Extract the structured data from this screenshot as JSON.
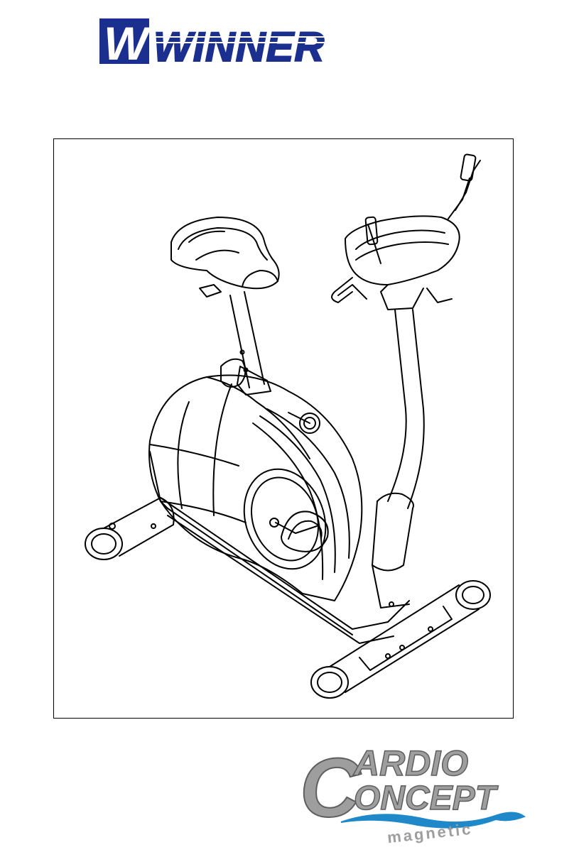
{
  "brand": {
    "name": "WINNER",
    "mark_letter": "W",
    "colors": {
      "primary": "#1b2f8f",
      "stripe": "#ffffff"
    }
  },
  "figure": {
    "subject": "exercise-bike",
    "line_color": "#000000"
  },
  "product_logo": {
    "word1": "ARDIO",
    "word2": "ONCEPT",
    "big_letter": "C",
    "sub": "magnetic",
    "colors": {
      "letters": "#9e9e9e",
      "letters_shadow": "#5e5e5e",
      "wave": "#1e88c9"
    }
  }
}
